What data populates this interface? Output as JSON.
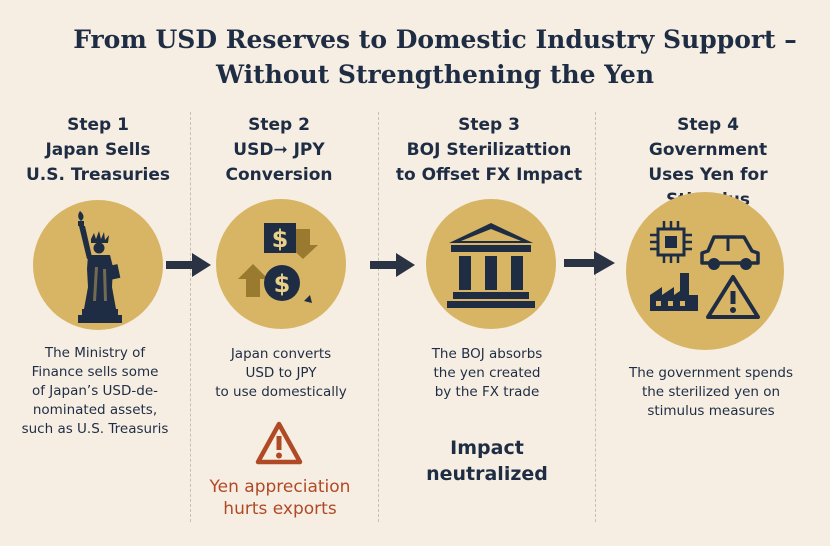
{
  "title": {
    "line1": "From USD Reserves to Domestic Industry Support –",
    "line2": "Without Strengthening the Yen"
  },
  "steps": [
    {
      "number": "Step 1",
      "line1": "Japan Sells",
      "line2": "U.S. Treasuries",
      "icon": "statue-of-liberty-icon",
      "description": [
        "The Ministry of",
        "Finance sells some",
        "of Japan’s USD-de-",
        "nominated assets,",
        "such as U.S. Treasuris"
      ]
    },
    {
      "number": "Step 2",
      "line1": "USD➞ JPY",
      "line2": "Conversion",
      "icon": "currency-exchange-icon",
      "description": [
        "Japan converts",
        "USD to JPY",
        "to use domestically"
      ],
      "warning": {
        "line1": "Yen appreciation",
        "line2": "hurts exports"
      }
    },
    {
      "number": "Step 3",
      "line1": "BOJ Sterilizattion",
      "line2": "to Offset FX Impact",
      "icon": "bank-building-icon",
      "description": [
        "The BOJ absorbs",
        "the yen created",
        "by the FX trade"
      ],
      "note": {
        "line1": "Impact",
        "line2": "neutralized"
      }
    },
    {
      "number": "Step 4",
      "line1": "Government",
      "line2": "Uses Yen for Stimulus",
      "icon": "stimulus-icons",
      "description": [
        "The government spends",
        "the sterilized yen on",
        "stimulus measures"
      ]
    }
  ],
  "colors": {
    "background": "#f6eee3",
    "circle": "#d7b564",
    "navy": "#1f2d44",
    "warning": "#b04a26"
  }
}
